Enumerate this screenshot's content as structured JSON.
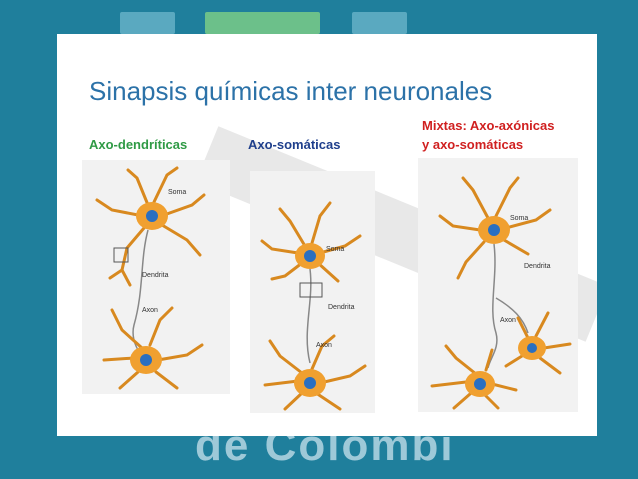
{
  "slide": {
    "title": "Sinapsis químicas inter neuronales",
    "types": [
      {
        "lines": [
          "Axo-dendríticas"
        ],
        "color": "#2f9a45"
      },
      {
        "lines": [
          "Axo-somáticas"
        ],
        "color": "#1f3f8c"
      },
      {
        "lines": [
          "Mixtas: Axo-axónicas",
          "y axo-somáticas"
        ],
        "color": "#d02020"
      }
    ]
  },
  "diagrams": [
    {
      "labels": {
        "soma": "Soma",
        "dendrite": "Dendrita",
        "axon": "Axon"
      }
    },
    {
      "labels": {
        "soma": "Soma",
        "dendrite": "Dendrita",
        "axon": "Axon"
      }
    },
    {
      "labels": {
        "soma": "Soma",
        "dendrite": "Dendrita",
        "axon": "Axon"
      }
    }
  ],
  "background": {
    "partial_text": "de Colombia"
  },
  "colors": {
    "title": "#2c72a8",
    "frame": "#1f7f9c",
    "neuron": "#f0a030",
    "nucleus": "#2a6fc0"
  }
}
